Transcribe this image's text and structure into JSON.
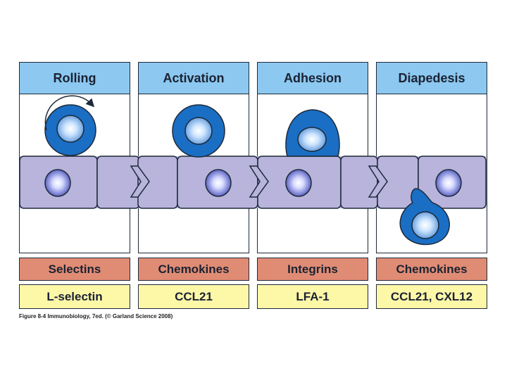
{
  "stages": [
    {
      "title": "Rolling",
      "molecule": "Selectins",
      "ligand": "L-selectin"
    },
    {
      "title": "Activation",
      "molecule": "Chemokines",
      "ligand": "CCL21"
    },
    {
      "title": "Adhesion",
      "molecule": "Integrins",
      "ligand": "LFA-1"
    },
    {
      "title": "Diapedesis",
      "molecule": "Chemokines",
      "ligand": "CCL21, CXL12"
    }
  ],
  "caption": "Figure 8-4 Immunobiology, 7ed. (© Garland Science 2008)",
  "colors": {
    "header": "#8cc8f0",
    "molecule": "#e08c74",
    "ligand": "#fdf7a8",
    "endothelium": "#b8b4dc",
    "leukocyte": "#1a6ec4",
    "outline": "#1e2a3a"
  }
}
